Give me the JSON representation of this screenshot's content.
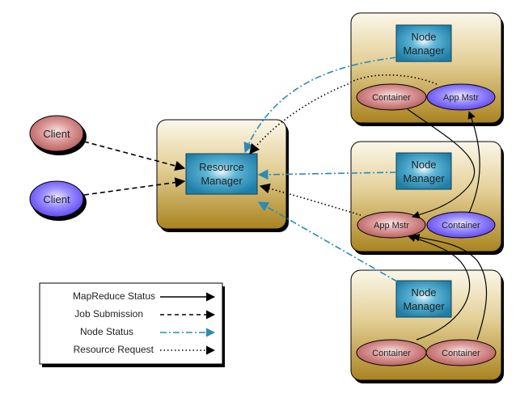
{
  "clients": [
    {
      "label": "Client",
      "color": "red"
    },
    {
      "label": "Client",
      "color": "blue"
    }
  ],
  "resource_manager": {
    "line1": "Resource",
    "line2": "Manager"
  },
  "nodes": [
    {
      "manager": {
        "line1": "Node",
        "line2": "Manager"
      },
      "left": {
        "label": "Container",
        "color": "red"
      },
      "right": {
        "label": "App Mstr",
        "color": "blue"
      }
    },
    {
      "manager": {
        "line1": "Node",
        "line2": "Manager"
      },
      "left": {
        "label": "App Mstr",
        "color": "red"
      },
      "right": {
        "label": "Container",
        "color": "blue"
      }
    },
    {
      "manager": {
        "line1": "Node",
        "line2": "Manager"
      },
      "left": {
        "label": "Container",
        "color": "red"
      },
      "right": {
        "label": "Container",
        "color": "red"
      }
    }
  ],
  "legend": [
    {
      "label": "MapReduce Status",
      "style": "solid",
      "color": "#000000"
    },
    {
      "label": "Job Submission",
      "style": "dashed",
      "color": "#000000"
    },
    {
      "label": "Node Status",
      "style": "dashdot",
      "color": "#2a8ab8"
    },
    {
      "label": "Resource Request",
      "style": "dotted",
      "color": "#000000"
    }
  ],
  "colors": {
    "node_status": "#2a8ab8",
    "manager_box": "#2f8fb5",
    "oval_red": "#c46a6a",
    "oval_blue": "#6a5cf0",
    "panel_top": "#f6f0dc",
    "panel_bottom": "#b08a2a"
  }
}
